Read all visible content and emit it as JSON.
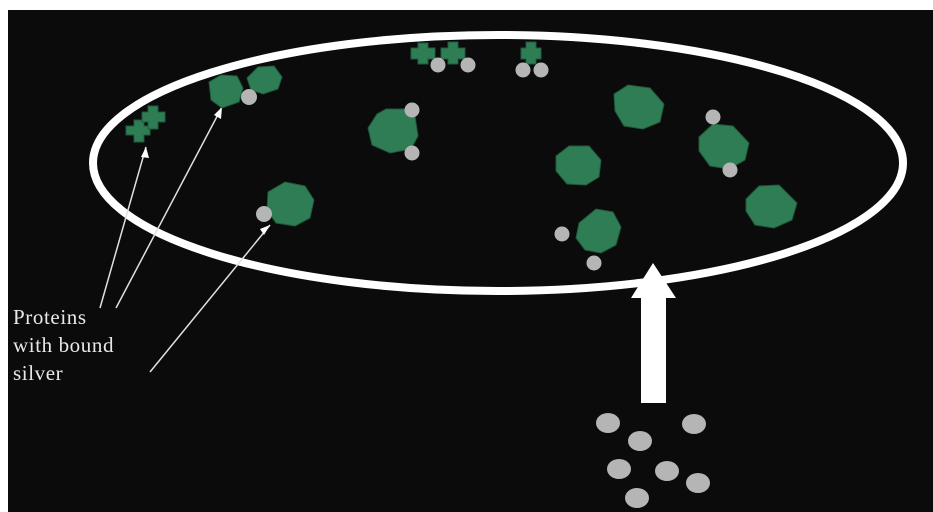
{
  "label": {
    "lines": [
      "Proteins",
      "with bound",
      "silver"
    ]
  },
  "colors": {
    "background": "#0b0b0b",
    "cell_outline": "#ffffff",
    "protein": "#2f7d55",
    "silver": "#b5b5b5",
    "arrow": "#ffffff"
  }
}
